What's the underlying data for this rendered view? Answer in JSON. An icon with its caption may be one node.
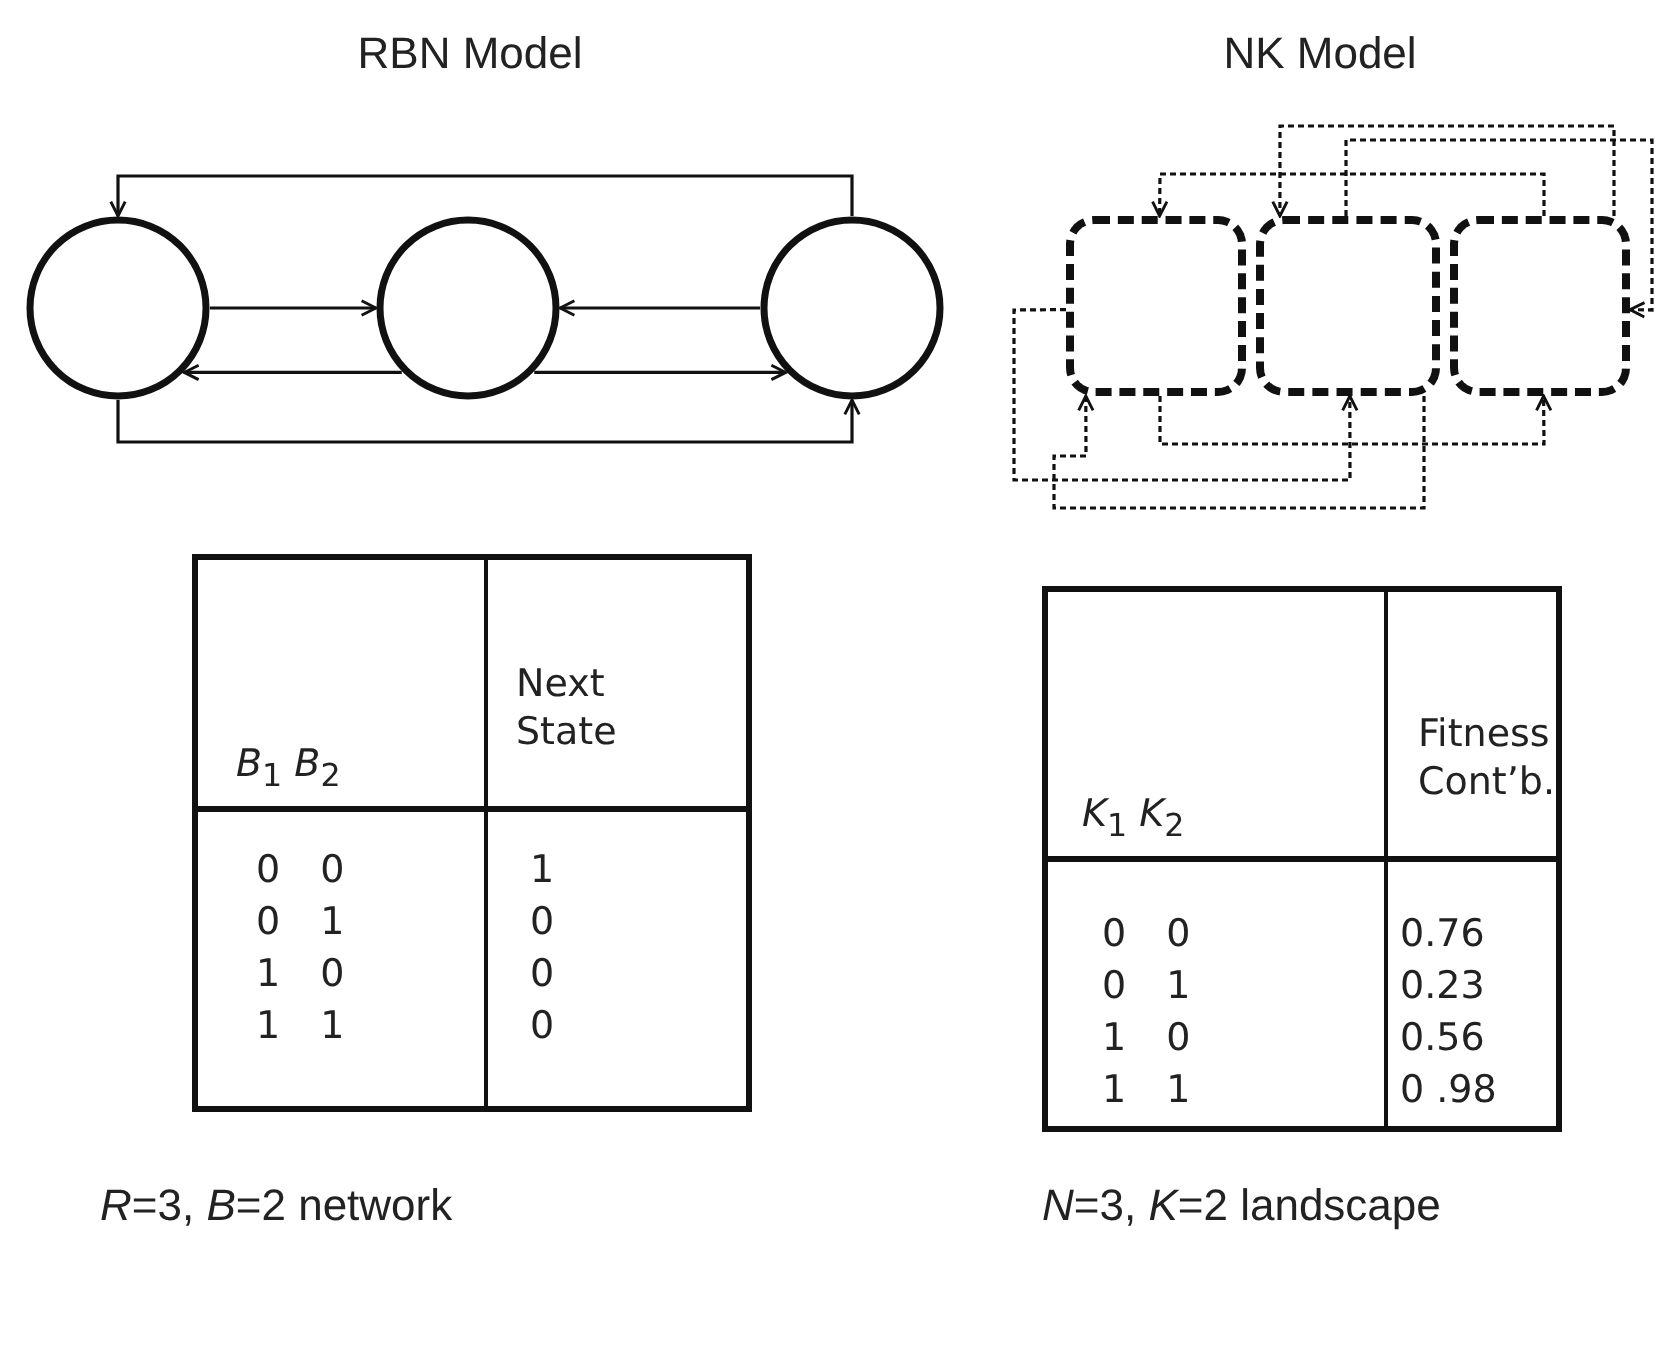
{
  "diagram": {
    "nodes": [
      {
        "text": [],
        "shape": "circle"
      },
      {
        "text": [],
        "shape": "circle"
      },
      {
        "text": [],
        "shape": "circle"
      },
      {
        "text": [],
        "shape": "box"
      },
      {
        "text": [],
        "shape": "box"
      },
      {
        "text": [],
        "shape": "box"
      }
    ],
    "edges": [
      {
        "from": 2,
        "to": 0,
        "arrow": "to"
      },
      {
        "from": 0,
        "to": 1,
        "arrow": "to"
      },
      {
        "from": 2,
        "to": 1,
        "arrow": "to"
      },
      {
        "from": 1,
        "to": 0,
        "arrow": "to"
      },
      {
        "from": 1,
        "to": 2,
        "arrow": "to"
      },
      {
        "from": 0,
        "to": 2,
        "arrow": "to"
      },
      {
        "from": 5,
        "to": 3,
        "arrow": "to",
        "style": "dashed"
      },
      {
        "from": 5,
        "to": 4,
        "arrow": "to",
        "style": "dashed"
      },
      {
        "from": 4,
        "to": 5,
        "arrow": "to",
        "style": "dashed"
      },
      {
        "from": 3,
        "to": 4,
        "arrow": "to",
        "style": "dashed"
      },
      {
        "from": 3,
        "to": 5,
        "arrow": "to",
        "style": "dashed"
      },
      {
        "from": 4,
        "to": 3,
        "arrow": "to",
        "style": "dashed"
      }
    ],
    "labels": [
      "RBN Model",
      "NK Model",
      "*B*$_{1}$ *B*$_{2}$",
      "Next State",
      "0 0",
      "1",
      "0 1",
      "0",
      "1 0",
      "0",
      "1 1",
      "0",
      "*K*$_{1}$ *K*$_{2}$",
      "Fitness Cont’b.",
      "0 0",
      "0.76",
      "0 1",
      "0.23",
      "1 0",
      "0.56",
      "1 1",
      "0 .98",
      "*R*=3, *B*=2 network",
      "*N*=3, *K*=2 landscape"
    ]
  }
}
